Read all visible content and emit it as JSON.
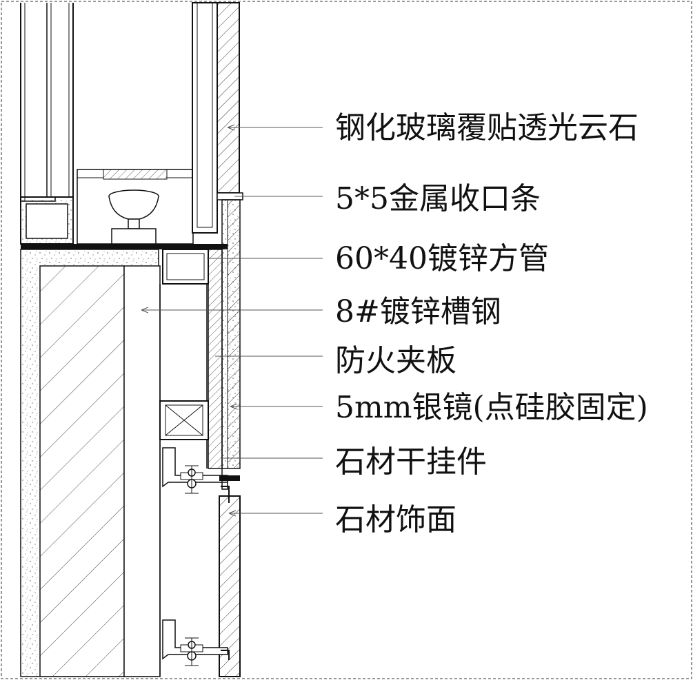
{
  "callouts": [
    {
      "label": "钢化玻璃覆贴透光云石"
    },
    {
      "label": "5*5金属收口条"
    },
    {
      "label": "60*40镀锌方管"
    },
    {
      "label": "8#镀锌槽钢"
    },
    {
      "label": "防火夹板"
    },
    {
      "label": "5mm银镜(点硅胶固定)"
    },
    {
      "label": "石材干挂件"
    },
    {
      "label": "石材饰面"
    }
  ]
}
